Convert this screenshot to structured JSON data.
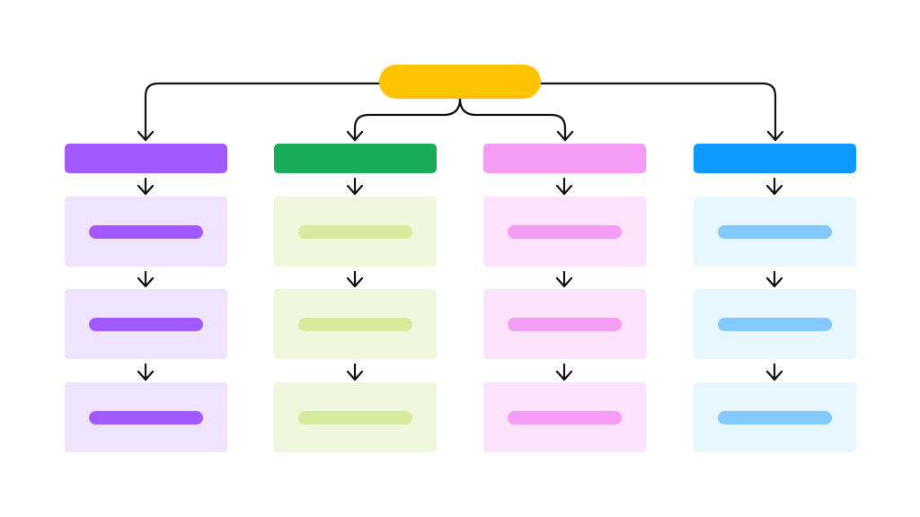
{
  "diagram": {
    "root": {
      "color": "#ffc400"
    },
    "columns": [
      {
        "header_color": "#a259ff",
        "card_color": "#f0e3ff",
        "pill_color": "#a259ff",
        "cards": 3
      },
      {
        "header_color": "#19ad5a",
        "card_color": "#eff8dc",
        "pill_color": "#d6eb9b",
        "cards": 3
      },
      {
        "header_color": "#f59cf6",
        "card_color": "#fde3fb",
        "pill_color": "#f59cf6",
        "cards": 3
      },
      {
        "header_color": "#0d99ff",
        "card_color": "#e8f7fe",
        "pill_color": "#84c9fb",
        "cards": 3
      }
    ],
    "connector_color": "#111111"
  }
}
